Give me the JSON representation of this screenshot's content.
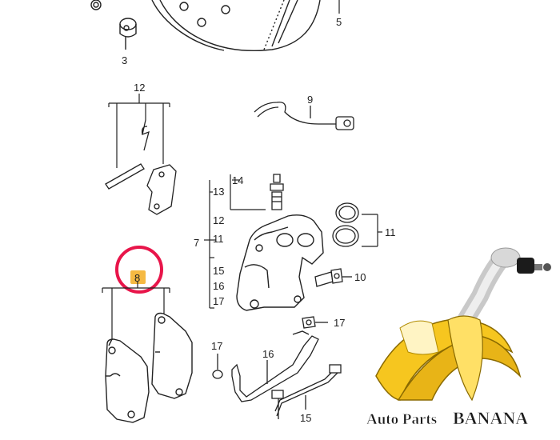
{
  "diagram": {
    "labels": {
      "p3": "3",
      "p5": "5",
      "p12_group": "12",
      "p9": "9",
      "p14": "14",
      "p13": "13",
      "p12_caliper": "12",
      "p11_left": "11",
      "p7": "7",
      "p15_left": "15",
      "p16_left": "16",
      "p17_left": "17",
      "p11_right": "11",
      "p10": "10",
      "p8": "8",
      "p17_right": "17",
      "p17_bottom": "17",
      "p16_bottom": "16",
      "p15_bottom": "15"
    },
    "highlight_color": "#e8154a",
    "badge_color": "#f5b942"
  },
  "watermark": {
    "brand_auto": "Auto Parts",
    "brand_banana": "BANANA"
  }
}
